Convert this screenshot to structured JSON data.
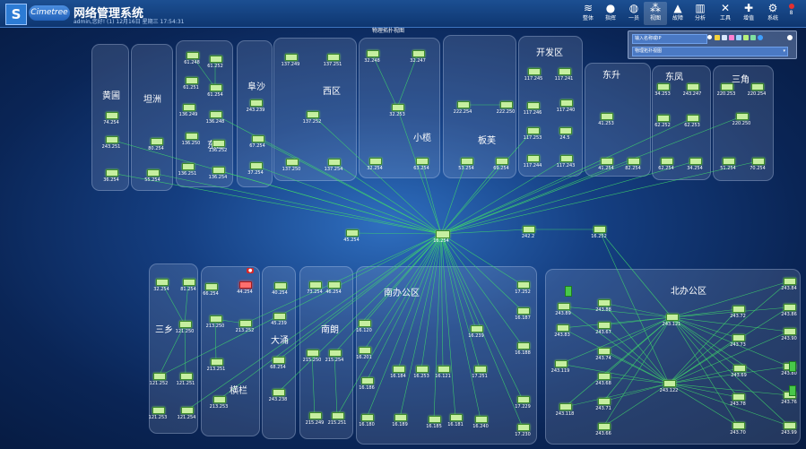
{
  "header": {
    "logo_glyph": "S",
    "brand": "Cimetree",
    "title": "网络管理系统",
    "subtitle": "admin,您好! (1) 12月16日 星期三 17:54:31",
    "nav": [
      {
        "label": "整体",
        "icon": "layers-icon",
        "glyph": "≋"
      },
      {
        "label": "指挥",
        "icon": "user-icon",
        "glyph": "●"
      },
      {
        "label": "一员",
        "icon": "globe-icon",
        "glyph": "◍"
      },
      {
        "label": "视图",
        "icon": "topology-icon",
        "glyph": "⁂",
        "active": true
      },
      {
        "label": "故障",
        "icon": "warning-icon",
        "glyph": "▲"
      },
      {
        "label": "分析",
        "icon": "chart-icon",
        "glyph": "▥"
      },
      {
        "label": "工具",
        "icon": "tools-icon",
        "glyph": "✕"
      },
      {
        "label": "增值",
        "icon": "plus-icon",
        "glyph": "✚"
      },
      {
        "label": "系统",
        "icon": "gear-icon",
        "glyph": "⚙"
      }
    ],
    "alarm_count": "8"
  },
  "view_title": "物理拓扑视图",
  "search": {
    "placeholder": "输入名称或IP",
    "view_selected": "物理拓扑视图"
  },
  "zones": [
    "黄圃",
    "坦洲",
    "东区",
    "阜沙",
    "西区",
    "小榄",
    "板芙",
    "开发区",
    "东升",
    "东凤",
    "三角",
    "三乡",
    "横栏",
    "大涌",
    "南朗",
    "南办公区",
    "北办公区"
  ],
  "nodes": {
    "core": "16.254",
    "core2": "45.254",
    "hub_a": "242.2",
    "hub_b": "16.252",
    "huangpu": [
      "74.254",
      "243.251",
      "36.254"
    ],
    "tanzhou": [
      "80.254",
      "55.254"
    ],
    "dongqu": [
      "61.248",
      "61.252",
      "61.251",
      "61.254",
      "136.249",
      "136.248",
      "136.250",
      "136.252",
      "136.251",
      "136.254"
    ],
    "fusha": [
      "243.239",
      "67.254",
      "37.254"
    ],
    "xiqu": [
      "137.249",
      "137.251",
      "137.252",
      "137.250",
      "137.254"
    ],
    "xiaolan": [
      "32.248",
      "32.247",
      "32.253",
      "32.254",
      "63.254"
    ],
    "banfu": [
      "222.254",
      "222.250",
      "53.254",
      "69.254"
    ],
    "kaifa": [
      "117.245",
      "117.241",
      "117.246",
      "117.240",
      "117.253",
      "24.5",
      "117.244",
      "117.243"
    ],
    "dongsheng": [
      "41.253",
      "41.254",
      "82.254"
    ],
    "dongfeng": [
      "34.253",
      "243.247",
      "62.252",
      "62.253",
      "62.254",
      "34.254"
    ],
    "sanjiao": [
      "220.253",
      "220.254",
      "220.250",
      "51.254",
      "70.254"
    ],
    "sanxiang": [
      "32.254",
      "81.254",
      "121.250",
      "121.252",
      "121.251",
      "121.253",
      "121.254"
    ],
    "henglan": [
      "66.254",
      "44.254",
      "213.250",
      "213.252",
      "213.251",
      "213.253"
    ],
    "dayong": [
      "40.254",
      "45.239",
      "68.254",
      "243.238"
    ],
    "nanlang": [
      "73.254",
      "46.254",
      "215.250",
      "215.254",
      "215.249",
      "215.251"
    ],
    "nanban": [
      "16.120",
      "16.201",
      "16.186",
      "16.184",
      "16.253",
      "16.121",
      "16.239",
      "17.251",
      "17.252",
      "16.187",
      "16.188",
      "17.229",
      "17.230",
      "16.180",
      "16.189",
      "16.185",
      "16.181",
      "16.240"
    ],
    "beiban": [
      "243.89",
      "243.88",
      "243.83",
      "243.67",
      "243.74",
      "243.68",
      "243.71",
      "243.119",
      "243.118",
      "243.66",
      "243.121",
      "243.122",
      "243.72",
      "243.73",
      "243.69",
      "243.78",
      "243.70",
      "243.84",
      "243.86",
      "243.90",
      "243.80",
      "243.76",
      "243.99"
    ]
  }
}
